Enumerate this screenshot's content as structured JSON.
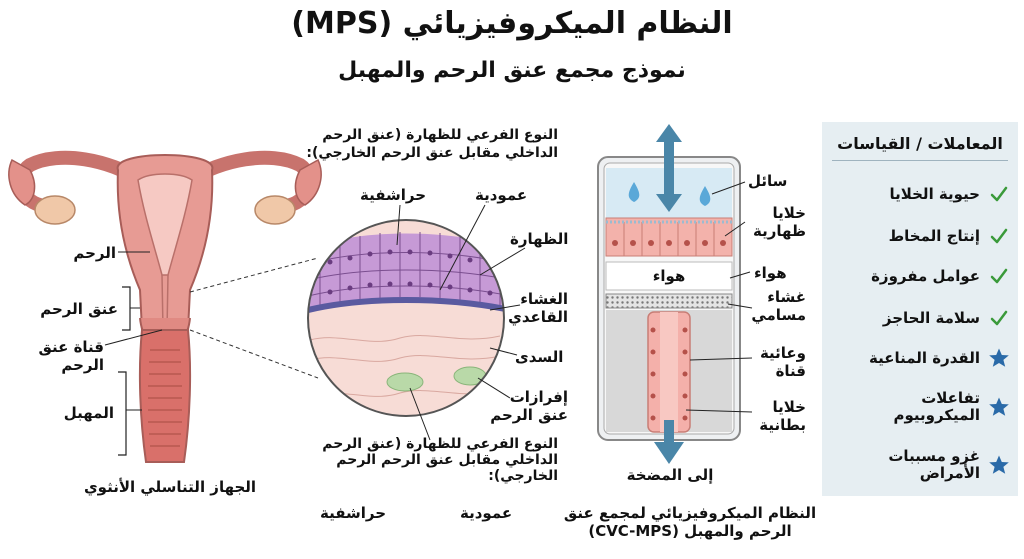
{
  "title": "النظام الميكروفيزيائي (MPS)",
  "subtitle": "نموذج مجمع عنق الرحم والمهبل",
  "anatomy": {
    "uterus": "الرحم",
    "cervix": "عنق الرحم",
    "cervical_canal": "قناة عنق الرحم",
    "vagina": "المهبل",
    "caption": "الجهاز التناسلي الأنثوي"
  },
  "tissue": {
    "header": "النوع الفرعي للظهارة (عنق الرحم الداخلي مقابل عنق الرحم الخارجي):",
    "squamous": "حراشفية",
    "columnar": "عمودية",
    "epithelium": "الظهارة",
    "basement_membrane": "الغشاء القاعدي",
    "stroma": "السدى",
    "secretions": "إفرازات عنق الرحم",
    "footer": "النوع الفرعي للظهارة (عنق الرحم الداخلي مقابل عنق الرحم الرحم الخارجي):",
    "footer_columnar": "عمودية",
    "footer_squamous": "حراشفية"
  },
  "device": {
    "fluid": "سائل",
    "epithelial_cells": "خلايا ظهارية",
    "air_label": "هواء",
    "air_inner": "هواء",
    "porous_membrane": "غشاء مسامي",
    "vascular_channel": "وعائية قناة",
    "endothelial_cells": "خلايا بطانية",
    "to_pump": "إلى المضخة",
    "caption": "النظام الميكروفيزيائي لمجمع عنق الرحم والمهبل (CVC-MPS)"
  },
  "parameters": {
    "heading": "المعاملات / القياسات",
    "items": [
      {
        "label": "حيوية الخلايا",
        "icon": "check-icon"
      },
      {
        "label": "إنتاج المخاط",
        "icon": "check-icon"
      },
      {
        "label": "عوامل مفروزة",
        "icon": "check-icon"
      },
      {
        "label": "سلامة الحاجز",
        "icon": "check-icon"
      },
      {
        "label": "القدرة المناعية",
        "icon": "star-icon"
      },
      {
        "label": "تفاعلات الميكروبيوم",
        "icon": "star-icon"
      },
      {
        "label": "غزو مسببات الأمراض",
        "icon": "star-icon"
      }
    ]
  },
  "colors": {
    "check": "#3a9a3a",
    "star": "#2a6aa8",
    "tissue_pink": "#e9a7a0",
    "epithelium_purple": "#b48ac8",
    "arrow_blue": "#4a86a8",
    "panel_bg": "#e6eef2"
  }
}
